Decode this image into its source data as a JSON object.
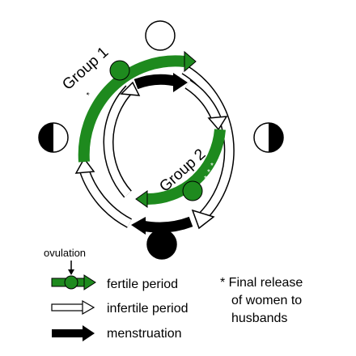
{
  "groups": {
    "group1_label": "Group 1",
    "group2_label": "Group 2"
  },
  "moon_phases": [
    "full-moon",
    "last-quarter",
    "new-moon",
    "first-quarter"
  ],
  "release_marker": "*",
  "legend": {
    "ovulation_label": "ovulation",
    "fertile_label": "fertile period",
    "infertile_label": "infertile period",
    "menstruation_label": "menstruation"
  },
  "note": {
    "line1": "* Final release",
    "line2": "of women to",
    "line3": "husbands"
  },
  "colors": {
    "fertile": "#1e8a1e",
    "infertile": "#ffffff",
    "menstruation": "#000000",
    "outline": "#000000",
    "release_marker": "#ffffff"
  }
}
